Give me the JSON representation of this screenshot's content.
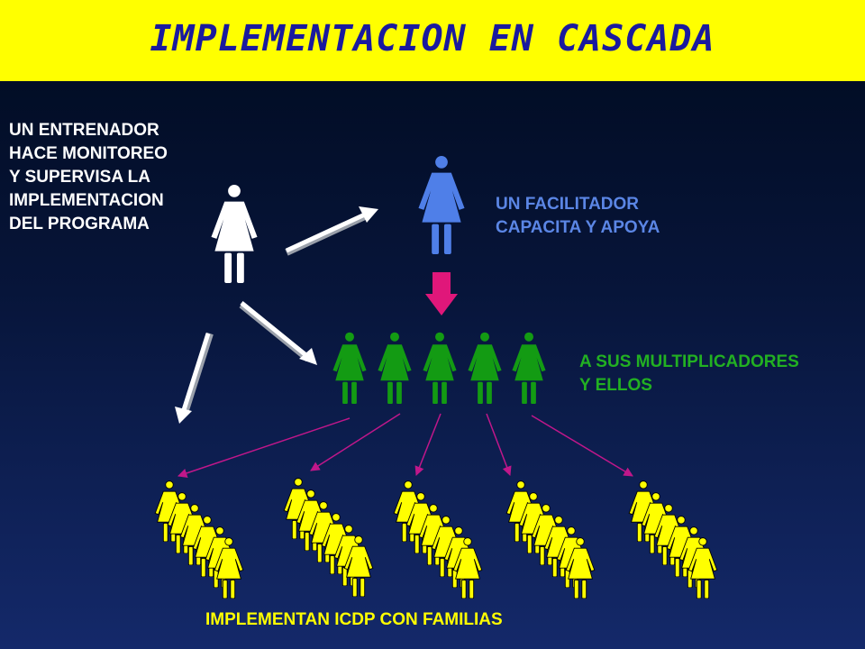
{
  "title": "IMPLEMENTACION EN CASCADA",
  "labels": {
    "trainer": [
      "UN ENTRENADOR",
      "HACE MONITOREO",
      "Y SUPERVISA LA",
      "IMPLEMENTACION",
      "DEL PROGRAMA"
    ],
    "facilitator": [
      "UN FACILITADOR",
      "CAPACITA Y APOYA"
    ],
    "multipliers": [
      "A SUS MULTIPLICADORES",
      "Y ELLOS"
    ],
    "families": "IMPLEMENTAN ICDP CON FAMILIAS"
  },
  "colors": {
    "title_bg": "#ffff00",
    "title_text": "#1a1a9e",
    "trainer_figure": "#ffffff",
    "facilitator_figure": "#4f7fe8",
    "multiplier_figure": "#139b13",
    "family_figure": "#ffff00",
    "down_arrow": "#e0177a",
    "thin_arrows": "#c0178a"
  },
  "counts": {
    "multipliers": 5,
    "family_groups": 5,
    "figures_per_group": 6
  },
  "icons": {
    "person": "woman-figure-icon",
    "arrow": "arrow-icon"
  }
}
